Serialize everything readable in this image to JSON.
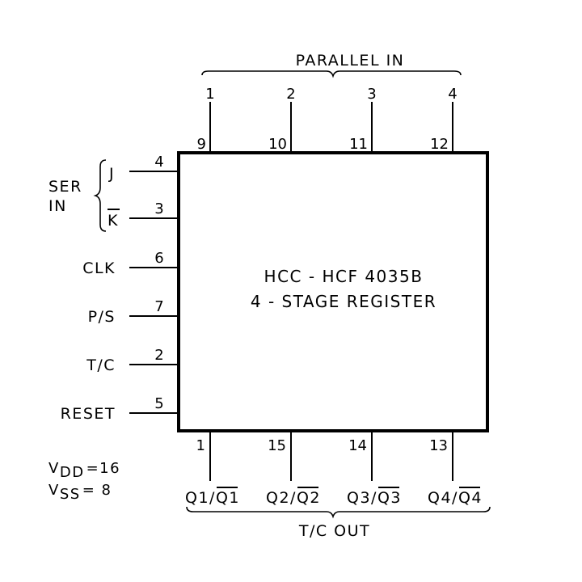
{
  "chip": {
    "title_line1": "HCC - HCF 4035B",
    "title_line2": "4 - STAGE  REGISTER"
  },
  "parallel_in": {
    "label": "PARALLEL  IN",
    "inputs": [
      {
        "index": "1",
        "pin": "9"
      },
      {
        "index": "2",
        "pin": "10"
      },
      {
        "index": "3",
        "pin": "11"
      },
      {
        "index": "4",
        "pin": "12"
      }
    ]
  },
  "ser_in": {
    "label_line1": "SER",
    "label_line2": "IN",
    "j_label": "J",
    "k_label": "K",
    "j_pin": "4",
    "k_pin": "3"
  },
  "left_pins": [
    {
      "label": "CLK",
      "pin": "6"
    },
    {
      "label": "P/S",
      "pin": "7"
    },
    {
      "label": "T/C",
      "pin": "2"
    },
    {
      "label": "RESET",
      "pin": "5"
    }
  ],
  "outputs": {
    "group_label": "T/C  OUT",
    "items": [
      {
        "q": "Q1",
        "qbar": "Q1",
        "pin": "1"
      },
      {
        "q": "Q2",
        "qbar": "Q2",
        "pin": "15"
      },
      {
        "q": "Q3",
        "qbar": "Q3",
        "pin": "14"
      },
      {
        "q": "Q4",
        "qbar": "Q4",
        "pin": "13"
      }
    ]
  },
  "power": {
    "vdd_name": "DD",
    "vdd_value": "=16",
    "vss_name": "SS",
    "vss_value": "= 8",
    "v_letter": "V"
  }
}
